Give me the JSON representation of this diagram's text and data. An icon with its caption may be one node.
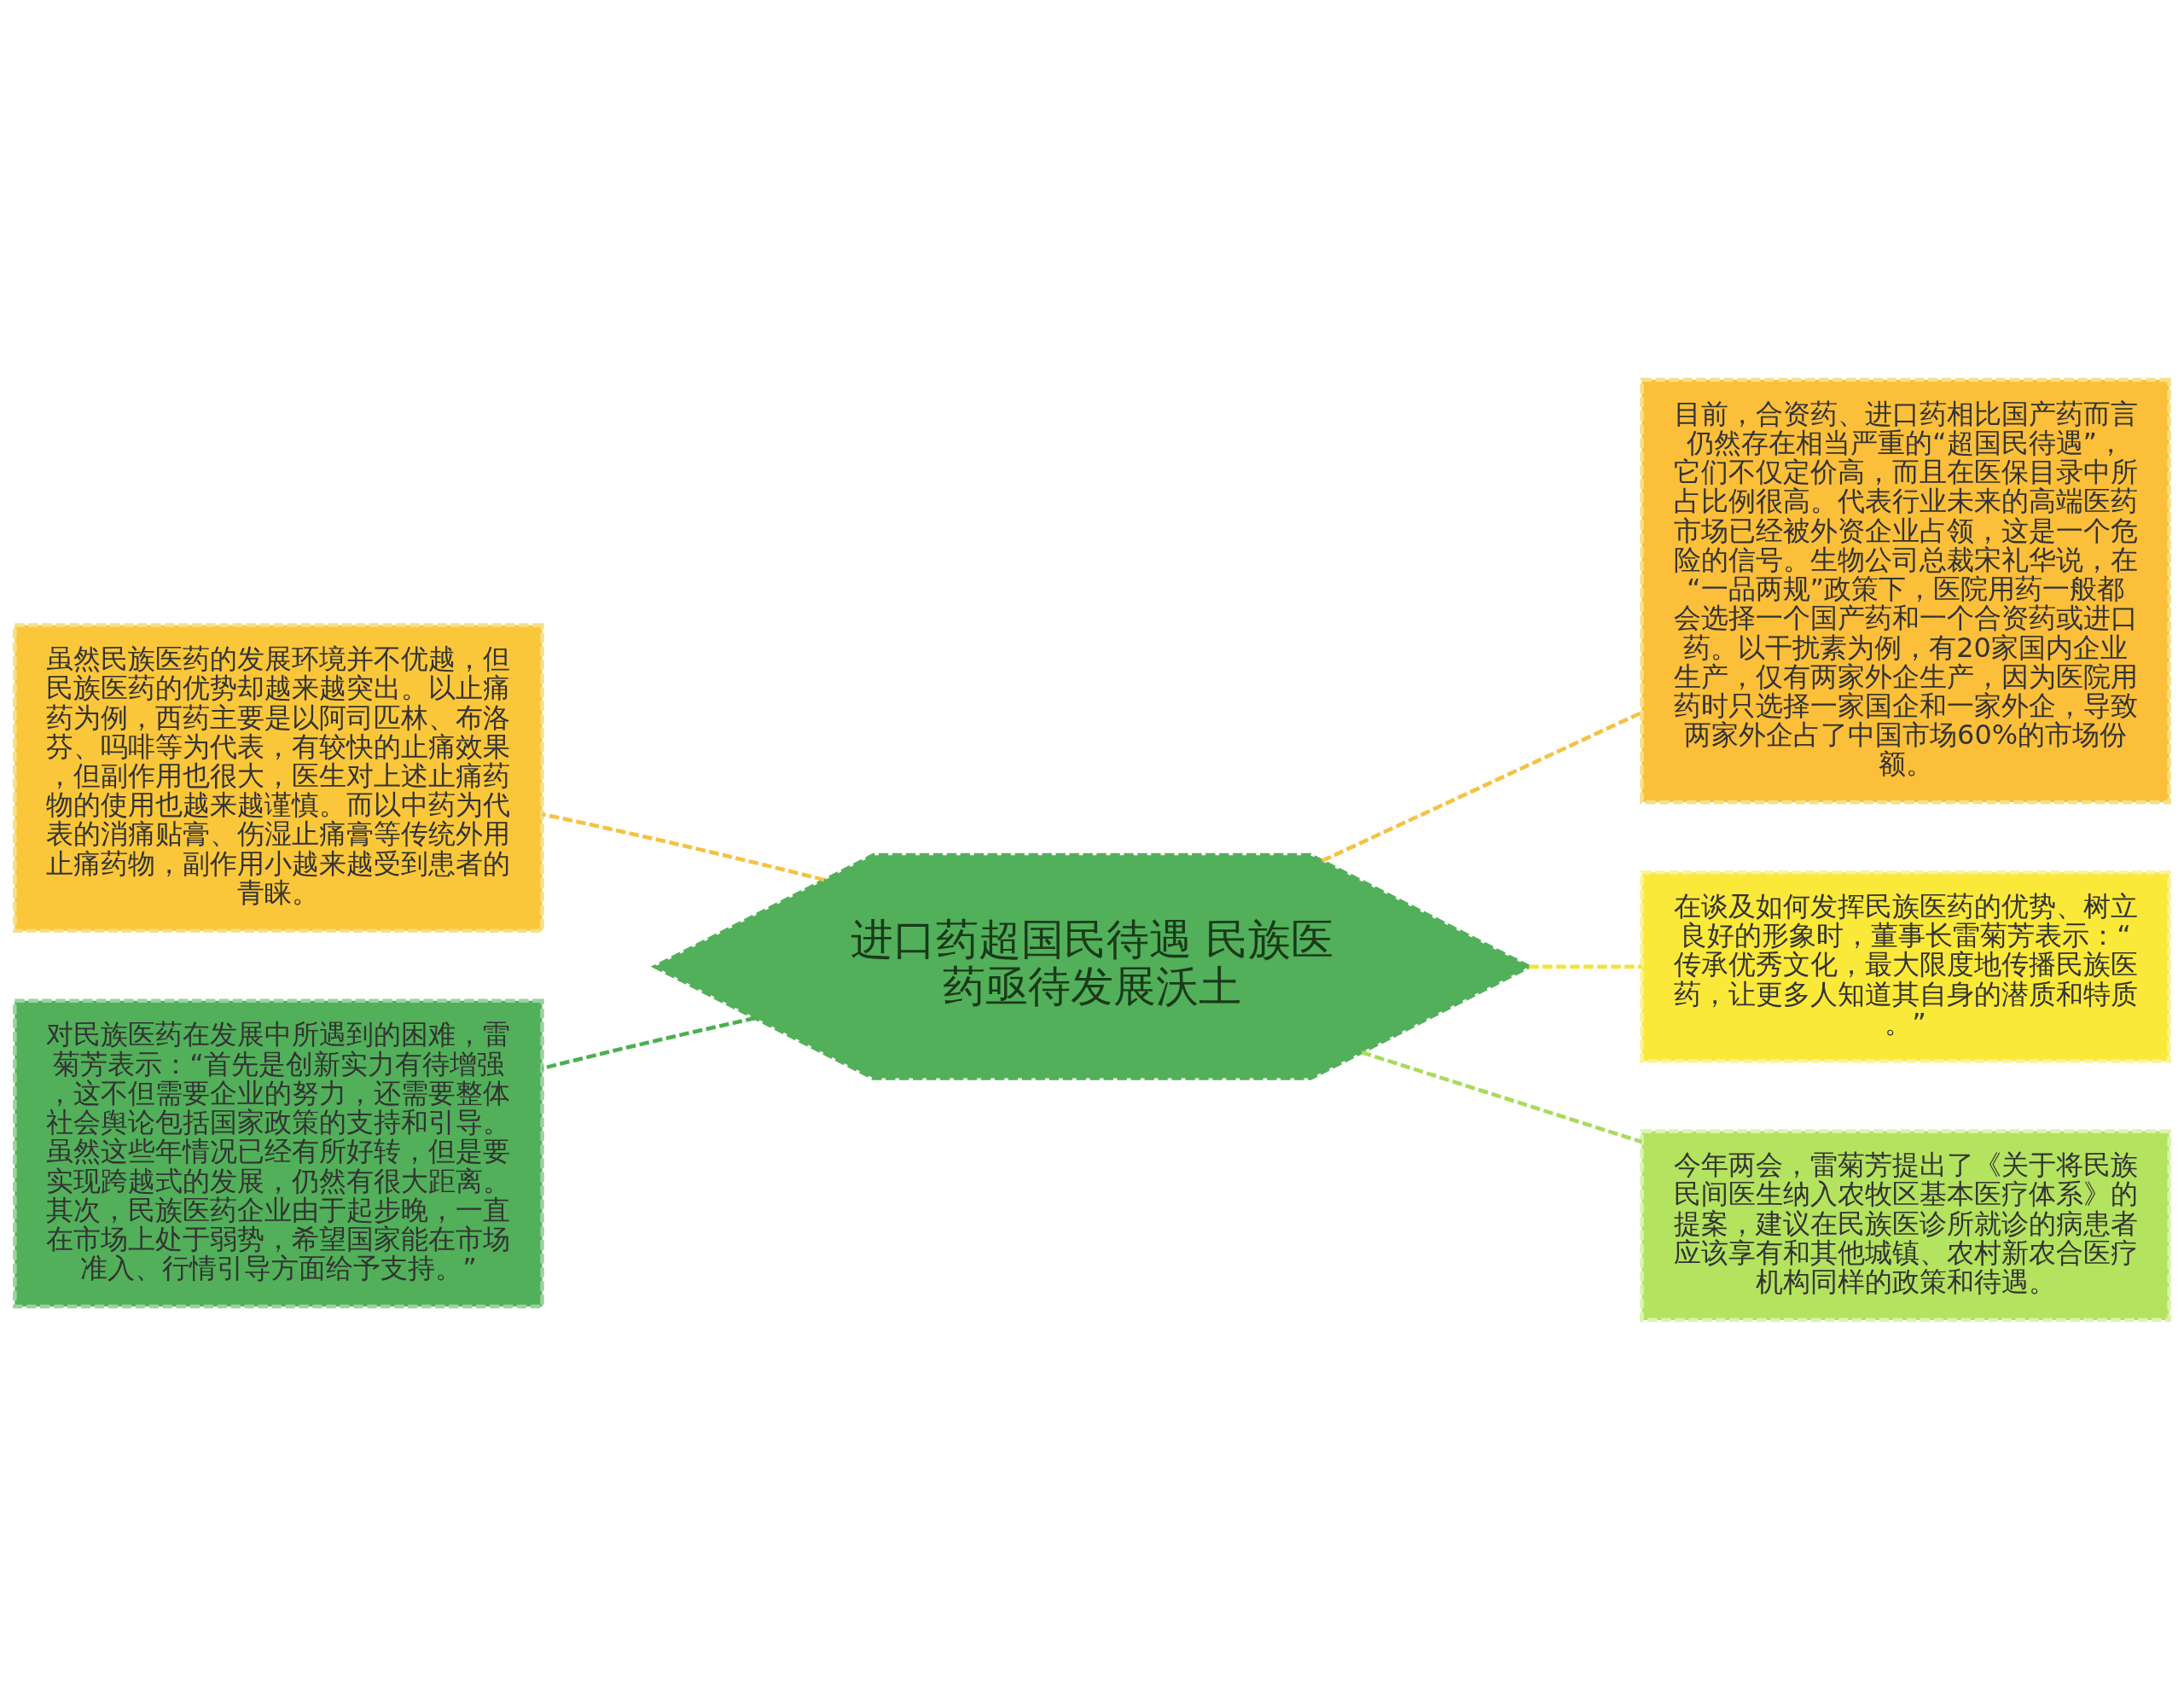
{
  "diagram": {
    "nodes": [
      {
        "text": [
          "进口药超国民待遇 民族医药亟待发展沃土"
        ]
      },
      {
        "text": [
          "虽然民族医药的发展环境并不优越，但民族医药的优势却越来越突出。以止痛药为例，西药主要是以阿司匹林、布洛芬、吗啡等为代表，有较快的止痛效果，但副作用也很大，医生对上述止痛药物的使用也越来越谨慎。而以中药为代表的消痛贴膏、伤湿止痛膏等传统外用止痛药物，副作用小越来越受到患者的青睐。"
        ]
      },
      {
        "text": [
          "对民族医药在发展中所遇到的困难，雷菊芳表示：“首先是创新实力有待增强，这不但需要企业的努力，还需要整体社会舆论包括国家政策的支持和引导。虽然这些年情况已经有所好转，但是要实现跨越式的发展，仍然有很大距离。其次，民族医药企业由于起步晚，一直在市场上处于弱势，希望国家能在市场准入、行情引导方面给予支持。”"
        ]
      },
      {
        "text": [
          "目前，合资药、进口药相比国产药而言仍然存在相当严重的“超国民待遇”，它们不仅定价高，而且在医保目录中所占比例很高。代表行业未来的高端医药市场已经被外资企业占领，这是一个危险的信号。生物公司总裁宋礼华说，在“一品两规”政策下，医院用药一般都会选择一个国产药和一个合资药或进口药。以干扰素为例，有20家国内企业生产，仅有两家外企生产，因为医院用药时只选择一家国企和一家外企，导致两家外企占了中国市场60%的市场份额。"
        ]
      },
      {
        "text": [
          "在谈及如何发挥民族医药的优势、树立良好的形象时，董事长雷菊芳表示：“传承优秀文化，最大限度地传播民族医药，让更多人知道其自身的潜质和特质。”"
        ]
      },
      {
        "text": [
          "今年两会，雷菊芳提出了《关于将民族民间医生纳入农牧区基本医疗体系》的提案，建议在民族医诊所就诊的病患者应该享有和其他城镇、农村新农合医疗机构同样的政策和待遇。"
        ]
      }
    ],
    "edges": [
      {
        "from": 0,
        "to": 1,
        "arrow": "none",
        "style": "dashed",
        "color": "#f5c242"
      },
      {
        "from": 0,
        "to": 2,
        "arrow": "none",
        "style": "dashed",
        "color": "#4caf50"
      },
      {
        "from": 0,
        "to": 3,
        "arrow": "none",
        "style": "dashed",
        "color": "#f5c242"
      },
      {
        "from": 0,
        "to": 4,
        "arrow": "none",
        "style": "dashed",
        "color": "#f5e23a"
      },
      {
        "from": 0,
        "to": 5,
        "arrow": "none",
        "style": "dashed",
        "color": "#a8dc5a"
      }
    ]
  }
}
